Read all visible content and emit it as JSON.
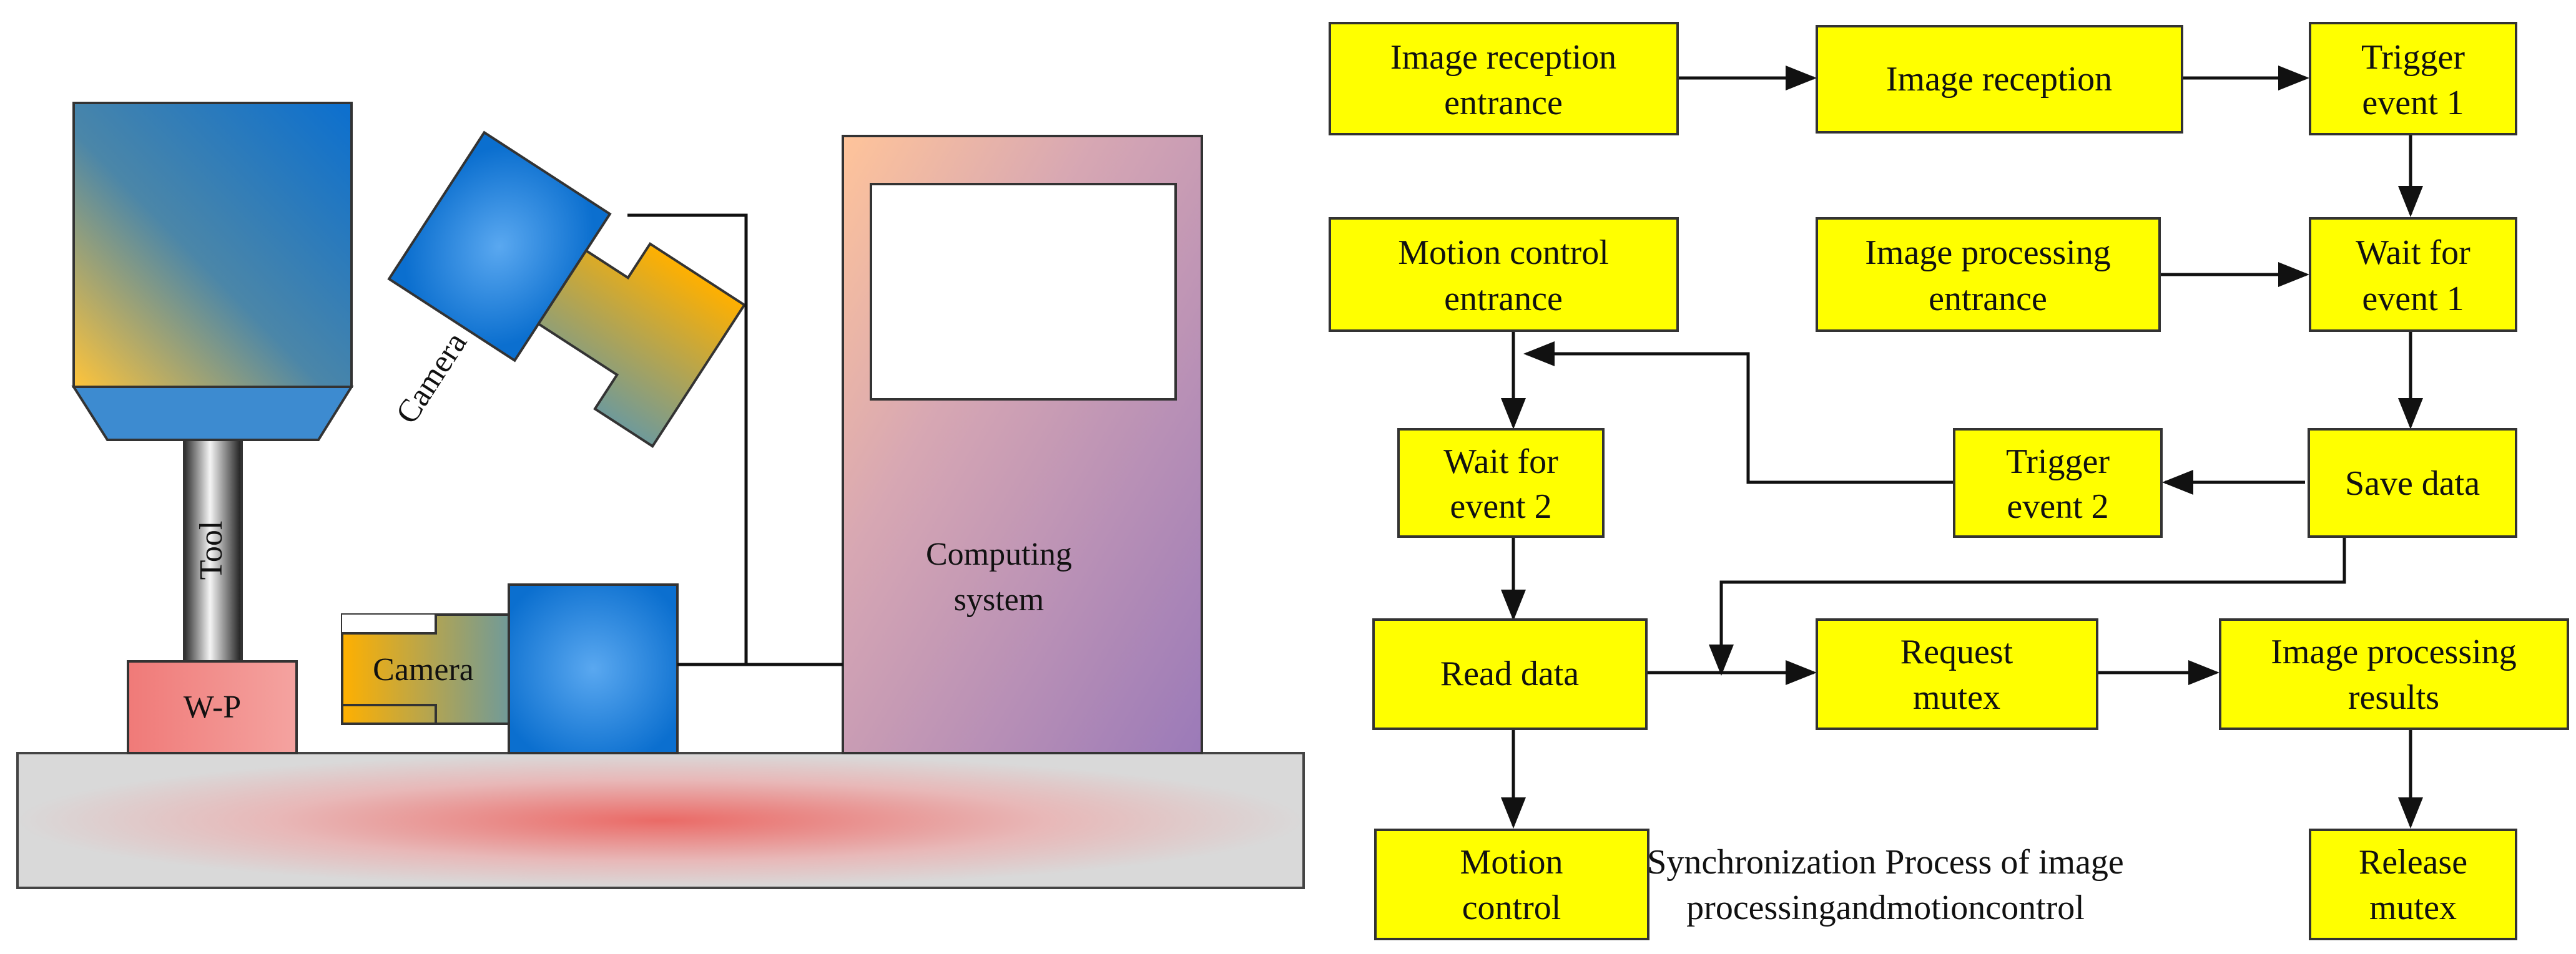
{
  "hardware": {
    "tool_label": "Tool",
    "workpiece_label": "W-P",
    "camera_top_label": "Camera",
    "camera_side_label": "Camera",
    "computer_label": [
      "Computing",
      "system"
    ]
  },
  "flowchart": {
    "boxes": {
      "image_reception_entrance": [
        "Image reception",
        "entrance"
      ],
      "image_reception": [
        "Image reception"
      ],
      "trigger_event_1": [
        "Trigger",
        "event 1"
      ],
      "motion_control_entrance": [
        "Motion control",
        "entrance"
      ],
      "image_processing_entrance": [
        "Image processing",
        "entrance"
      ],
      "wait_for_event_1": [
        "Wait for",
        "event 1"
      ],
      "wait_for_event_2": [
        "Wait for",
        "event 2"
      ],
      "trigger_event_2": [
        "Trigger",
        "event 2"
      ],
      "save_data": [
        "Save data"
      ],
      "read_data": [
        "Read data"
      ],
      "request_mutex": [
        "Request",
        "mutex"
      ],
      "image_processing_results": [
        "Image processing",
        "results"
      ],
      "motion_control": [
        "Motion",
        "control"
      ],
      "release_mutex": [
        "Release",
        "mutex"
      ]
    },
    "caption": [
      "Synchronization Process of image",
      "processingandmotioncontrol"
    ]
  },
  "colors": {
    "box_fill": "#ffff00",
    "box_stroke": "#333333",
    "machine_blue": "#0b6fcf",
    "workpiece_red": "#f07a78",
    "base_gray": "#d9d9d9",
    "camera_orange": "#ffb000",
    "computer_purple": "#9b7ab8",
    "computer_peach": "#ffc49a"
  }
}
